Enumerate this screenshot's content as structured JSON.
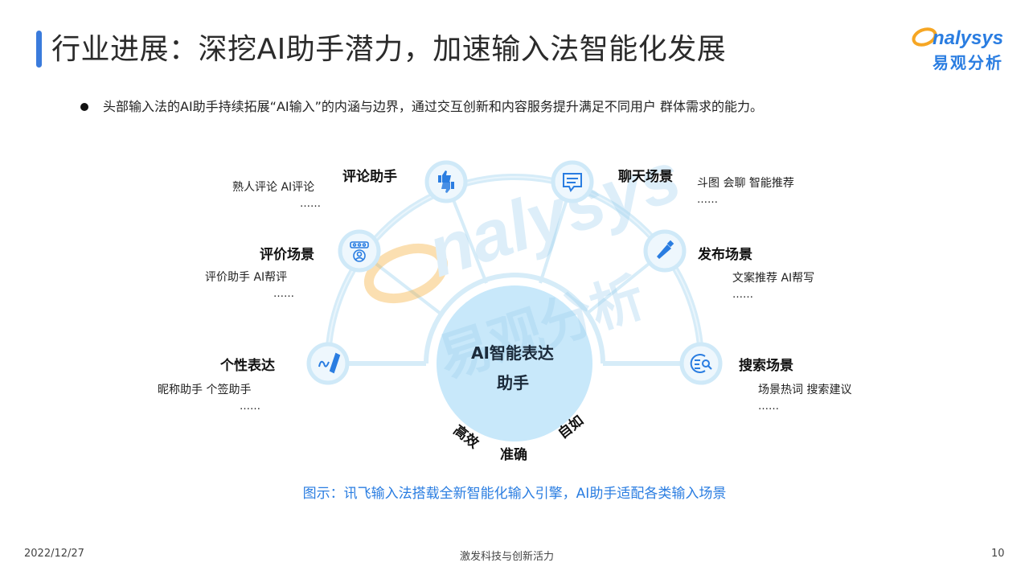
{
  "header": {
    "title": "行业进展：深挖AI助手潜力，加速输入法智能化发展",
    "logo_wordmark": "nalysys",
    "logo_cn": "易观分析"
  },
  "bullet": "头部输入法的AI助手持续拓展“AI输入”的内涵与边界，通过交互创新和内容服务提升满足不同用户 群体需求的能力。",
  "diagram": {
    "center": {
      "line1": "AI智能表达",
      "line2": "助手"
    },
    "features": [
      "高效",
      "准确",
      "自如"
    ],
    "nodes": {
      "comment": {
        "title": "评论助手",
        "desc": "熟人评论 AI评论",
        "more": "……",
        "icon": "thumbs-up-down-icon"
      },
      "review": {
        "title": "评价场景",
        "desc": "评价助手 AI帮评",
        "more": "……",
        "icon": "rating-stars-icon"
      },
      "personal": {
        "title": "个性表达",
        "desc": "昵称助手 个签助手",
        "more": "……",
        "icon": "pen-writing-icon"
      },
      "chat": {
        "title": "聊天场景",
        "desc": "斗图 会聊 智能推荐",
        "more": "……",
        "icon": "chat-bubble-icon"
      },
      "publish": {
        "title": "发布场景",
        "desc": "文案推荐  AI帮写",
        "more": "……",
        "icon": "brush-icon"
      },
      "search": {
        "title": "搜索场景",
        "desc": "场景热词 搜索建议",
        "more": "……",
        "icon": "search-list-icon"
      }
    },
    "watermark_en": "nalysys",
    "watermark_cn": "易观分析"
  },
  "caption": "图示：讯飞输入法搭载全新智能化输入引擎，AI助手适配各类输入场景",
  "footer": {
    "date": "2022/12/27",
    "slogan": "激发科技与创新活力",
    "page": "10"
  },
  "colors": {
    "accent": "#2a7de1",
    "ring": "#cfe9f8",
    "center_fill": "#c8e8fa",
    "watermark_orange": "#f6a623"
  }
}
